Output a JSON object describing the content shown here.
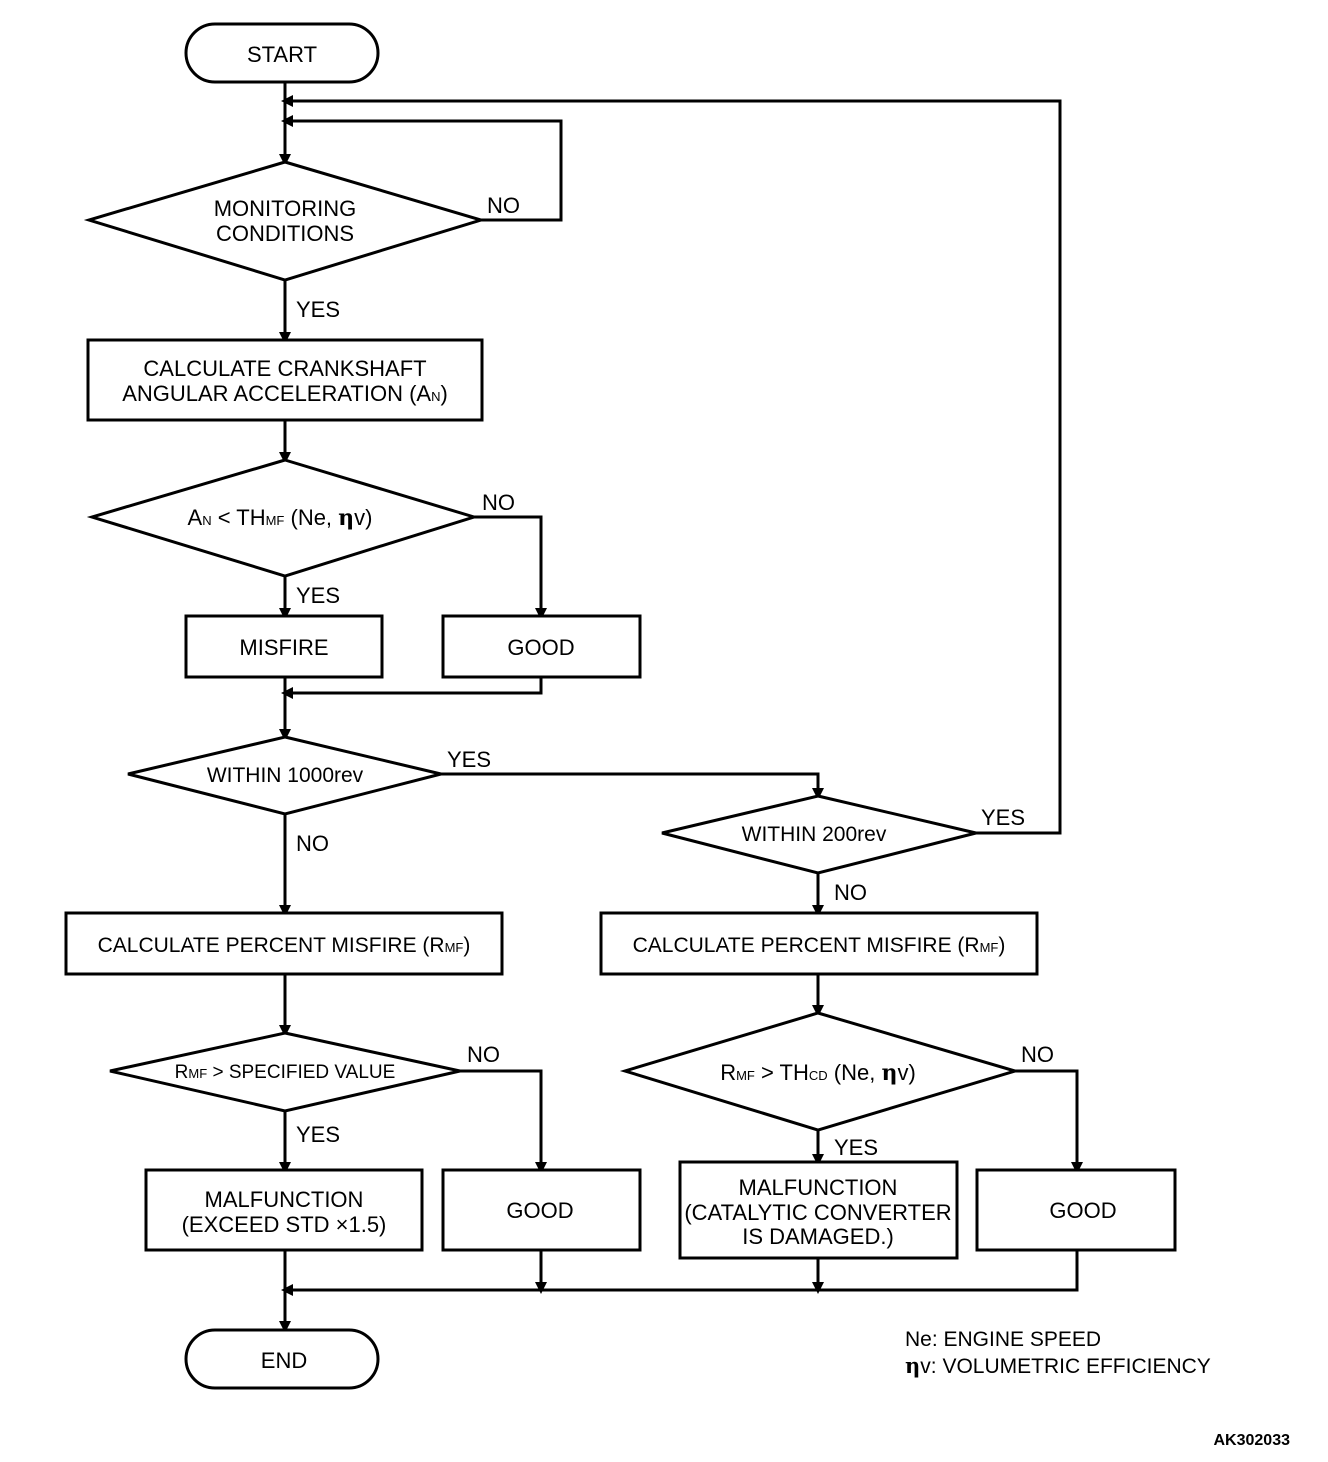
{
  "nodes": {
    "start": "START",
    "monitoring": [
      "MONITORING",
      "CONDITIONS"
    ],
    "calc_crank": {
      "line1": "CALCULATE CRANKSHAFT",
      "line2": "ANGULAR ACCELERATION (A",
      "sub": "N",
      "close": ")"
    },
    "an_compare": {
      "a": "A",
      "a_sub": "N",
      "lt": " < TH",
      "th_sub": "MF",
      "rest1": " (Ne, ",
      "eta": "η",
      "rest2": "v)"
    },
    "misfire": "MISFIRE",
    "good_1": "GOOD",
    "within_1000": "WITHIN 1000rev",
    "within_200": "WITHIN 200rev",
    "calc_rmf_left": {
      "text": "CALCULATE PERCENT MISFIRE (R",
      "sub": "MF",
      "close": ")"
    },
    "calc_rmf_right": {
      "text": "CALCULATE PERCENT MISFIRE (R",
      "sub": "MF",
      "close": ")"
    },
    "rmf_specified": {
      "r": "R",
      "r_sub": "MF",
      "rest": " > SPECIFIED VALUE"
    },
    "rmf_thcd": {
      "r": "R",
      "r_sub": "MF",
      "gt": " > TH",
      "th_sub": "CD",
      "rest1": " (Ne, ",
      "eta": "η",
      "rest2": "v)"
    },
    "malfunction_1": [
      "MALFUNCTION",
      "(EXCEED STD  ×1.5)"
    ],
    "good_2": "GOOD",
    "malfunction_2": [
      "MALFUNCTION",
      "(CATALYTIC CONVERTER",
      "IS DAMAGED.)"
    ],
    "good_3": "GOOD",
    "end": "END"
  },
  "labels": {
    "no": "NO",
    "yes": "YES"
  },
  "legend": {
    "ne": "Ne: ENGINE SPEED",
    "eta_symbol": "η",
    "eta_desc": "v: VOLUMETRIC EFFICIENCY"
  },
  "figure_code": "AK302033"
}
